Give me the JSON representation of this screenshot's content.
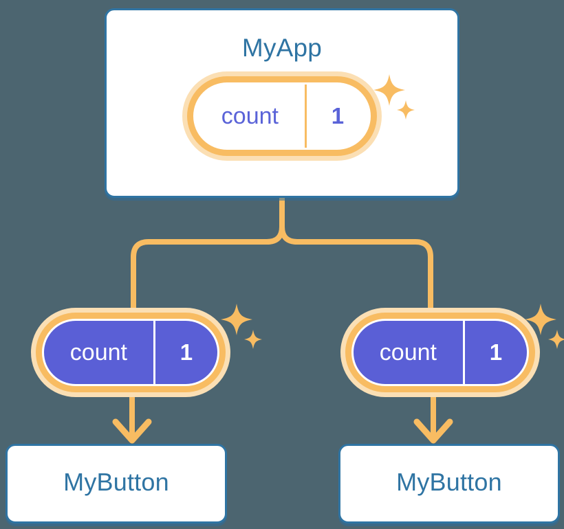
{
  "theme": {
    "background": "#4c6570",
    "card_border": "#2f74a3",
    "card_fill": "#ffffff",
    "title_text": "#2f74a3",
    "pill_ring": "#f8bc62",
    "pill_halo": "#fbdfb4",
    "pill_fill_leaf": "#5a5fd6",
    "pill_text_root": "#5a63d8",
    "pill_text_leaf": "#ffffff",
    "connector": "#f8bc62"
  },
  "diagram": {
    "type": "component-tree",
    "root": {
      "title": "MyApp",
      "state": {
        "key": "count",
        "value": "1"
      }
    },
    "children": [
      {
        "title": "MyButton",
        "state": {
          "key": "count",
          "value": "1"
        }
      },
      {
        "title": "MyButton",
        "state": {
          "key": "count",
          "value": "1"
        }
      }
    ],
    "icons": {
      "sparkle": "sparkle-icon",
      "arrow": "arrow-down-icon"
    }
  }
}
